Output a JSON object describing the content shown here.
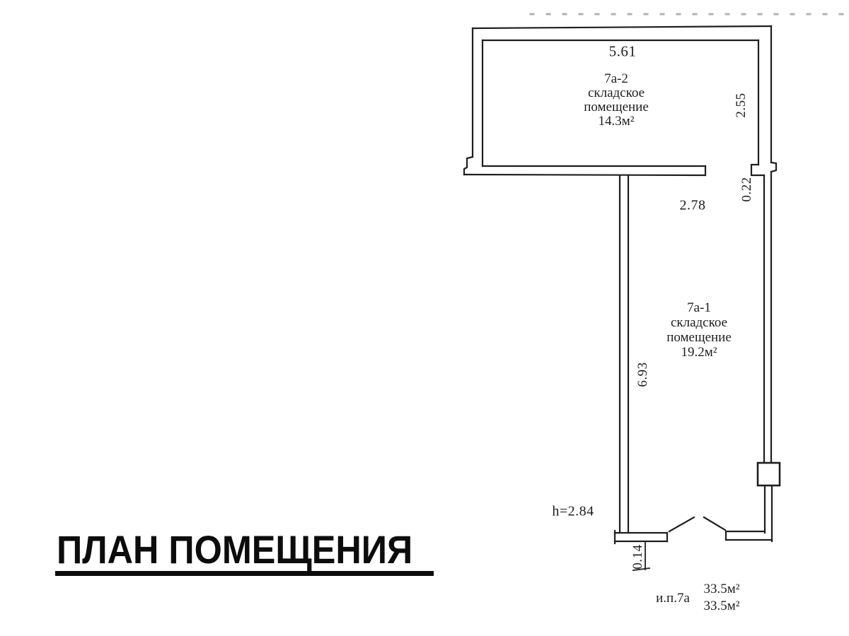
{
  "colors": {
    "ink": "#1e1e1e",
    "paper": "#ffffff",
    "fold_line": "#b2b2b2"
  },
  "title": {
    "text": "ПЛАН ПОМЕЩЕНИЯ"
  },
  "plan": {
    "rooms": [
      {
        "number": "7а-2",
        "name_line1": "складское",
        "name_line2": "помещение",
        "area": "14.3м²"
      },
      {
        "number": "7а-1",
        "name_line1": "складское",
        "name_line2": "помещение",
        "area": "19.2м²"
      }
    ],
    "dimensions": {
      "top_width": "5.61",
      "upper_room_depth": "2.55",
      "wall_offset": "0.22",
      "lower_room_width": "2.78",
      "lower_room_depth": "6.93",
      "wall_thickness": "0.14",
      "ceiling_height": "h=2.84"
    },
    "totals": {
      "unit_label": "и.п.7а",
      "area_line1": "33.5м²",
      "area_line2": "33.5м²"
    }
  }
}
